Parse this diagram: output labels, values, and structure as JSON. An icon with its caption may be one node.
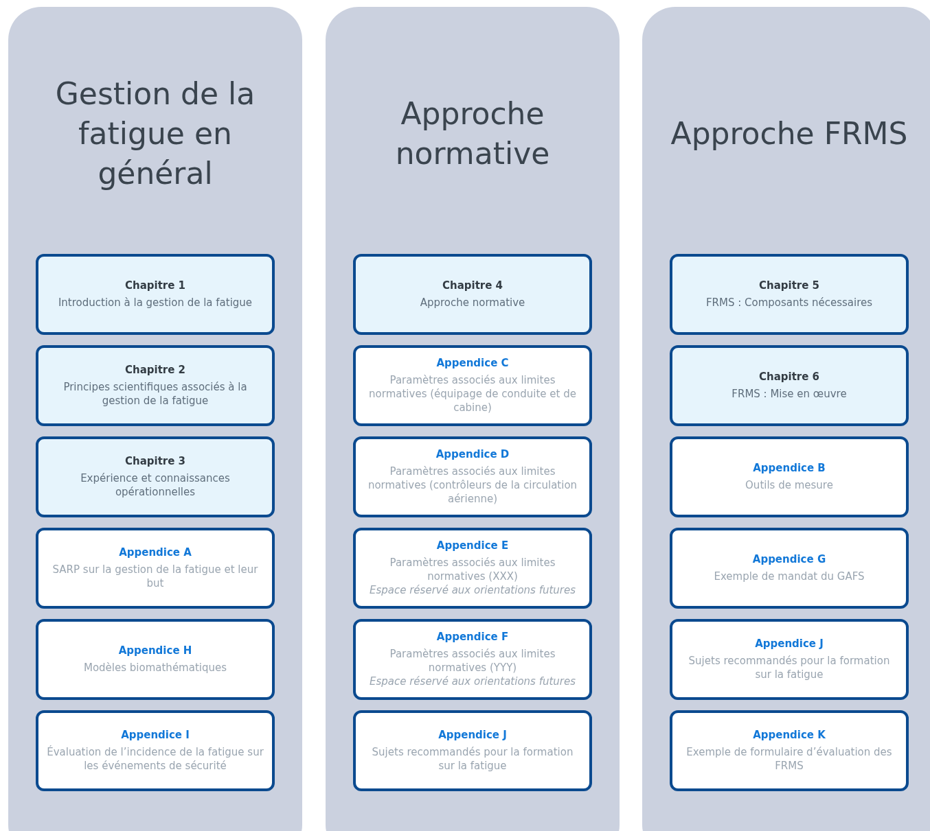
{
  "diagram": {
    "nodes": [
      {
        "text": [
          "Gestion de la fatigue en général"
        ]
      },
      {
        "text": [
          "Chapitre 1",
          "Introduction à la gestion de la fatigue"
        ],
        "in": 0
      },
      {
        "text": [
          "Chapitre 2",
          "Principes scientifiques associés à la gestion de la fatigue"
        ],
        "in": 0
      },
      {
        "text": [
          "Chapitre 3",
          "Expérience et connaissances opérationnelles"
        ],
        "in": 0
      },
      {
        "text": [
          "Appendice A",
          "SARP sur la gestion  de la fatigue et leur but"
        ],
        "in": 0
      },
      {
        "text": [
          "Appendice H",
          "Modèles biomathématiques"
        ],
        "in": 0
      },
      {
        "text": [
          "Appendice I",
          "Évaluation de l’incidence de la fatigue sur les événements de sécurité"
        ],
        "in": 0
      },
      {
        "text": [
          "Approche normative"
        ]
      },
      {
        "text": [
          "Chapitre 4",
          "Approche normative"
        ],
        "in": 7
      },
      {
        "text": [
          "Appendice C",
          "Paramètres associés aux limites normatives (équipage de conduite et de cabine)"
        ],
        "in": 7
      },
      {
        "text": [
          "Appendice D",
          "Paramètres associés aux limites normatives (contrôleurs de la circulation aérienne)"
        ],
        "in": 7
      },
      {
        "text": [
          "Appendice E",
          "Paramètres associés aux limites normatives (XXX)",
          "Espace réservé aux orientations futures"
        ],
        "in": 7
      },
      {
        "text": [
          "Appendice F",
          "Paramètres associés aux limites normatives (YYY)",
          "Espace réservé aux orientations futures"
        ],
        "in": 7
      },
      {
        "text": [
          "Appendice J",
          "Sujets recommandés pour la formation sur la fatigue"
        ],
        "in": 7
      },
      {
        "text": [
          "Approche FRMS"
        ]
      },
      {
        "text": [
          "Chapitre 5",
          "FRMS : Composants nécessaires"
        ],
        "in": 14
      },
      {
        "text": [
          "Chapitre 6",
          "FRMS : Mise en œuvre"
        ],
        "in": 14
      },
      {
        "text": [
          "Appendice B",
          "Outils de mesure"
        ],
        "in": 14
      },
      {
        "text": [
          "Appendice G",
          "Exemple de mandat du GAFS"
        ],
        "in": 14
      },
      {
        "text": [
          "Appendice J",
          "Sujets recommandés pour la formation sur la fatigue"
        ],
        "in": 14
      },
      {
        "text": [
          "Appendice K",
          "Exemple de formulaire d’évaluation des FRMS"
        ],
        "in": 14
      }
    ]
  }
}
